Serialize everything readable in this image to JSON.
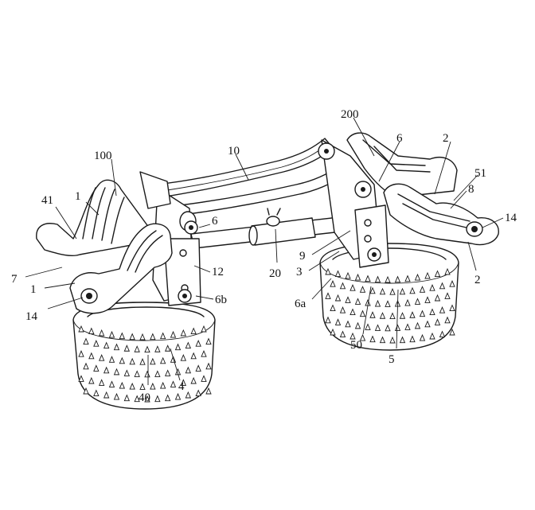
{
  "figure": {
    "labels": [
      {
        "id": "l100",
        "text": "100"
      },
      {
        "id": "l41",
        "text": "41"
      },
      {
        "id": "l1a",
        "text": "1"
      },
      {
        "id": "l7",
        "text": "7"
      },
      {
        "id": "l1b",
        "text": "1"
      },
      {
        "id": "l14a",
        "text": "14"
      },
      {
        "id": "l40",
        "text": "40"
      },
      {
        "id": "l4",
        "text": "4"
      },
      {
        "id": "l6b",
        "text": "6b"
      },
      {
        "id": "l12",
        "text": "12"
      },
      {
        "id": "l6a_",
        "text": "6"
      },
      {
        "id": "l10",
        "text": "10"
      },
      {
        "id": "l20",
        "text": "20"
      },
      {
        "id": "l9",
        "text": "9"
      },
      {
        "id": "l3",
        "text": "3"
      },
      {
        "id": "l6a",
        "text": "6a"
      },
      {
        "id": "l50",
        "text": "50"
      },
      {
        "id": "l5",
        "text": "5"
      },
      {
        "id": "l200",
        "text": "200"
      },
      {
        "id": "l6c",
        "text": "6"
      },
      {
        "id": "l2a",
        "text": "2"
      },
      {
        "id": "l51",
        "text": "51"
      },
      {
        "id": "l8",
        "text": "8"
      },
      {
        "id": "l14b",
        "text": "14"
      },
      {
        "id": "l2b",
        "text": "2"
      }
    ]
  }
}
